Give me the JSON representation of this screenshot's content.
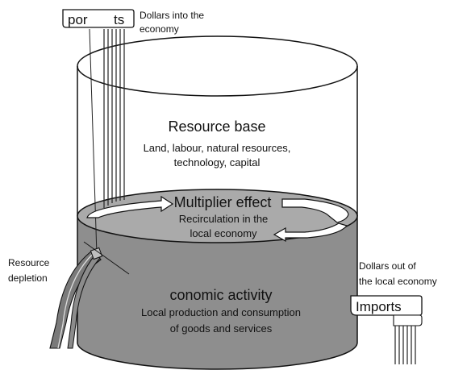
{
  "top_pipe": {
    "label_left": "por",
    "label_right": "ts",
    "caption_line1": "Dollars into the",
    "caption_line2": "economy"
  },
  "resource_base": {
    "title": "Resource base",
    "line1": "Land, labour, natural resources,",
    "line2": "technology, capital"
  },
  "multiplier": {
    "title": "Multiplier effect",
    "line1": "Recirculation in the",
    "line2": "local economy"
  },
  "depletion": {
    "line1": "Resource",
    "line2": "depletion"
  },
  "activity": {
    "title": "conomic activity",
    "line1": "Local production and consumption",
    "line2": "of goods and services"
  },
  "outflow": {
    "caption_line1": "Dollars out of",
    "caption_line2": "the local economy",
    "imports_label": "Imports"
  }
}
